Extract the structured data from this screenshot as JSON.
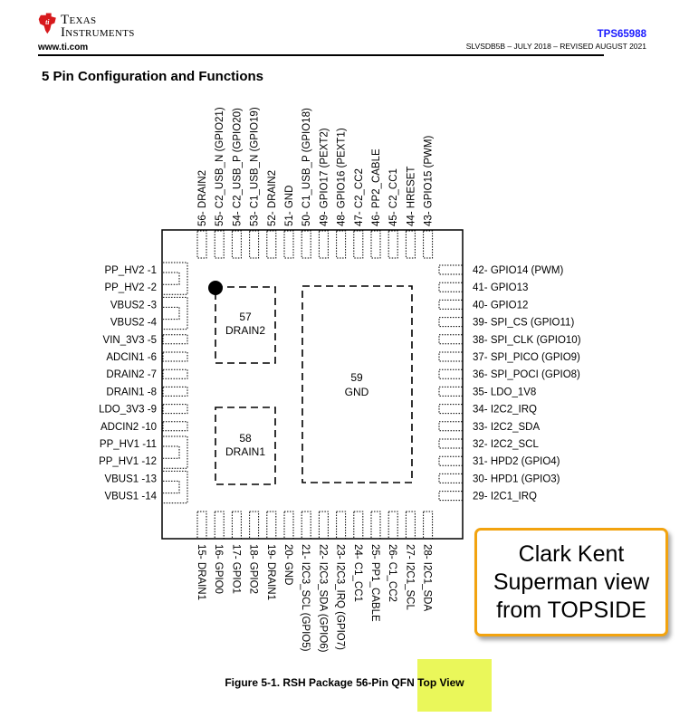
{
  "header": {
    "logo_line1": "Texas",
    "logo_line2": "Instruments",
    "site_url": "www.ti.com",
    "part_number": "TPS65988",
    "doc_revision": "SLVSDB5B – JULY 2018 – REVISED AUGUST 2021",
    "part_number_color": "#1a1aff"
  },
  "section_title": "5 Pin Configuration and Functions",
  "diagram": {
    "left_pins": [
      {
        "num": "1",
        "name": "PP_HV2"
      },
      {
        "num": "2",
        "name": "PP_HV2"
      },
      {
        "num": "3",
        "name": "VBUS2"
      },
      {
        "num": "4",
        "name": "VBUS2"
      },
      {
        "num": "5",
        "name": "VIN_3V3"
      },
      {
        "num": "6",
        "name": "ADCIN1"
      },
      {
        "num": "7",
        "name": "DRAIN2"
      },
      {
        "num": "8",
        "name": "DRAIN1"
      },
      {
        "num": "9",
        "name": "LDO_3V3"
      },
      {
        "num": "10",
        "name": "ADCIN2"
      },
      {
        "num": "11",
        "name": "PP_HV1"
      },
      {
        "num": "12",
        "name": "PP_HV1"
      },
      {
        "num": "13",
        "name": "VBUS1"
      },
      {
        "num": "14",
        "name": "VBUS1"
      }
    ],
    "bottom_pins": [
      {
        "num": "15",
        "name": "DRAIN1"
      },
      {
        "num": "16",
        "name": "GPIO0"
      },
      {
        "num": "17",
        "name": "GPIO1"
      },
      {
        "num": "18",
        "name": "GPIO2"
      },
      {
        "num": "19",
        "name": "DRAIN1"
      },
      {
        "num": "20",
        "name": "GND"
      },
      {
        "num": "21",
        "name": "I2C3_SCL (GPIO5)"
      },
      {
        "num": "22",
        "name": "I2C3_SDA (GPIO6)"
      },
      {
        "num": "23",
        "name": "I2C3_IRQ (GPIO7)"
      },
      {
        "num": "24",
        "name": "C1_CC1"
      },
      {
        "num": "25",
        "name": "PP1_CABLE"
      },
      {
        "num": "26",
        "name": "C1_CC2"
      },
      {
        "num": "27",
        "name": "I2C1_SCL"
      },
      {
        "num": "28",
        "name": "I2C1_SDA"
      }
    ],
    "right_pins": [
      {
        "num": "29",
        "name": "I2C1_IRQ"
      },
      {
        "num": "30",
        "name": "HPD1 (GPIO3)"
      },
      {
        "num": "31",
        "name": "HPD2 (GPIO4)"
      },
      {
        "num": "32",
        "name": "I2C2_SCL"
      },
      {
        "num": "33",
        "name": "I2C2_SDA"
      },
      {
        "num": "34",
        "name": "I2C2_IRQ"
      },
      {
        "num": "35",
        "name": "LDO_1V8"
      },
      {
        "num": "36",
        "name": "SPI_POCI (GPIO8)"
      },
      {
        "num": "37",
        "name": "SPI_PICO (GPIO9)"
      },
      {
        "num": "38",
        "name": "SPI_CLK (GPIO10)"
      },
      {
        "num": "39",
        "name": "SPI_CS (GPIO11)"
      },
      {
        "num": "40",
        "name": "GPIO12"
      },
      {
        "num": "41",
        "name": "GPIO13"
      },
      {
        "num": "42",
        "name": "GPIO14 (PWM)"
      }
    ],
    "top_pins": [
      {
        "num": "43",
        "name": "GPIO15 (PWM)"
      },
      {
        "num": "44",
        "name": "HRESET"
      },
      {
        "num": "45",
        "name": "C2_CC1"
      },
      {
        "num": "46",
        "name": "PP2_CABLE"
      },
      {
        "num": "47",
        "name": "C2_CC2"
      },
      {
        "num": "48",
        "name": "GPIO16 (PEXT1)"
      },
      {
        "num": "49",
        "name": "GPIO17 (PEXT2)"
      },
      {
        "num": "50",
        "name": "C1_USB_P (GPIO18)"
      },
      {
        "num": "51",
        "name": "GND"
      },
      {
        "num": "52",
        "name": "DRAIN2"
      },
      {
        "num": "53",
        "name": "C1_USB_N (GPIO19)"
      },
      {
        "num": "54",
        "name": "C2_USB_P (GPIO20)"
      },
      {
        "num": "55",
        "name": "C2_USB_N (GPIO21)"
      },
      {
        "num": "56",
        "name": "DRAIN2"
      }
    ],
    "pads": [
      {
        "num": "57",
        "name": "DRAIN2"
      },
      {
        "num": "58",
        "name": "DRAIN1"
      },
      {
        "num": "59",
        "name": "GND"
      }
    ]
  },
  "caption": {
    "text": "Figure 5-1. RSH Package 56-Pin QFN Top View",
    "highlight_color": "#eaf75a"
  },
  "callout": {
    "text": "Clark Kent\nSuperman view\nfrom TOPSIDE",
    "border_color": "#f2a30f"
  }
}
